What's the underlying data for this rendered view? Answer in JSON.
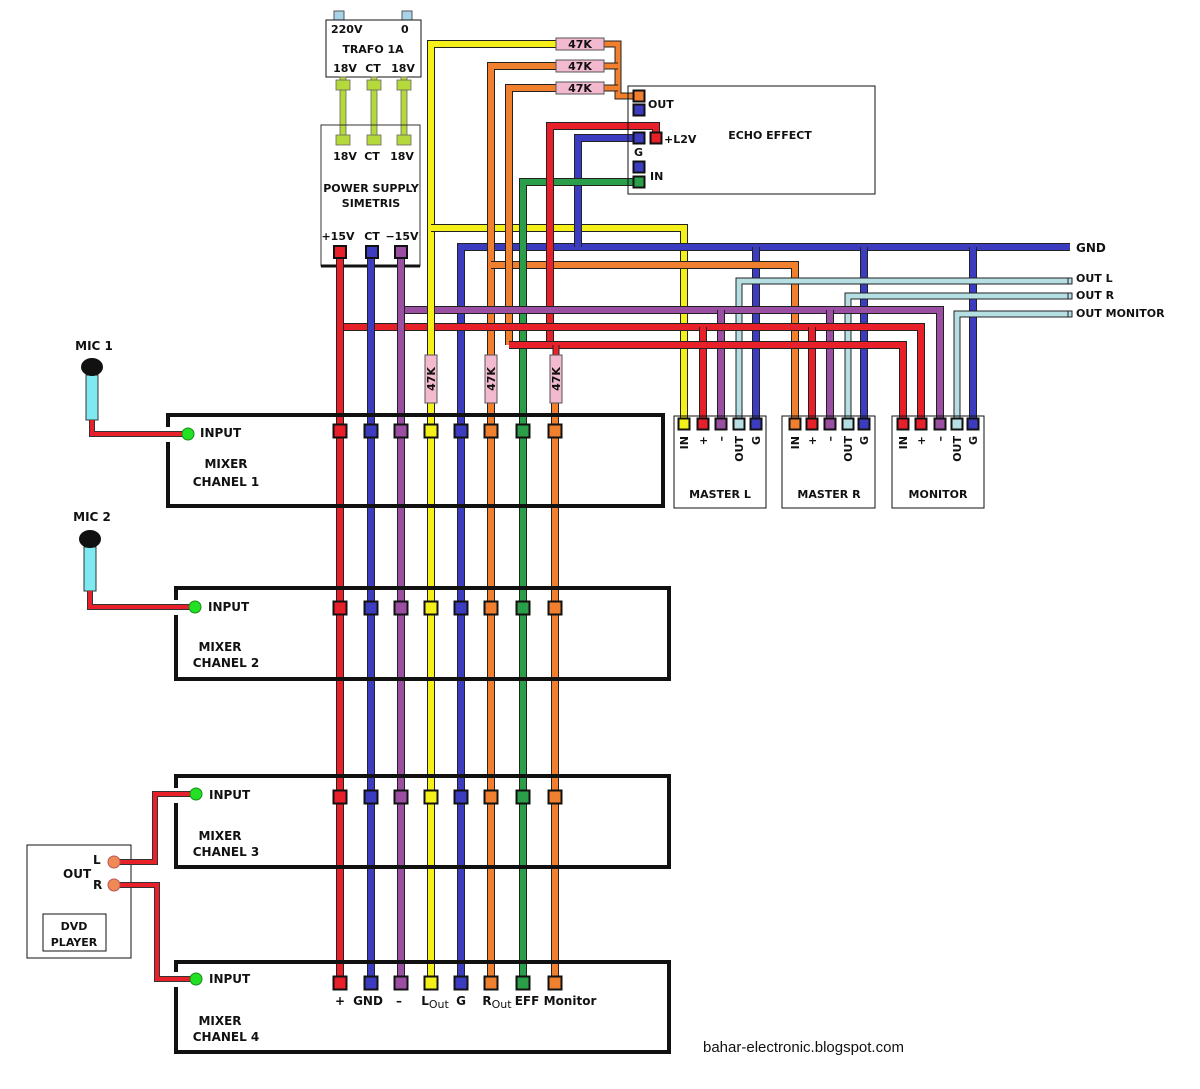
{
  "title": "Mixer wiring diagram",
  "colors": {
    "red": "#e8202a",
    "blue": "#3c3cc0",
    "purple": "#9b4fa3",
    "yellow": "#f5f01a",
    "orange": "#f07f2e",
    "green": "#2a9e48",
    "lightblue": "#b6dfe4",
    "lime": "#b5d93a",
    "pink": "#f2b9cf",
    "jack_green": "#22e022",
    "dvd_jack": "#f08a55",
    "mic_body": "#7fe8f0"
  },
  "trafo": {
    "in_left": "220V",
    "in_right": "0",
    "title": "TRAFO 1A",
    "out_labels": [
      "18V",
      "CT",
      "18V"
    ]
  },
  "power_supply": {
    "in_labels": [
      "18V",
      "CT",
      "18V"
    ],
    "title_line1": "POWER SUPPLY",
    "title_line2": "SIMETRIS",
    "out_labels": [
      "+15V",
      "CT",
      "−15V"
    ]
  },
  "resistors": {
    "value": "47K",
    "count_horizontal": 3,
    "count_vertical": 3
  },
  "echo_effect": {
    "title": "ECHO EFFECT",
    "pins": [
      "OUT",
      "+L2V",
      "G",
      "IN"
    ]
  },
  "bus_labels": {
    "gnd": "GND",
    "out_l": "OUT L",
    "out_r": "OUT R",
    "out_monitor": "OUT MONITOR"
  },
  "amps": [
    {
      "name": "MASTER L",
      "pins": [
        "IN",
        "+",
        "–",
        "OUT",
        "G"
      ]
    },
    {
      "name": "MASTER R",
      "pins": [
        "IN",
        "+",
        "–",
        "OUT",
        "G"
      ]
    },
    {
      "name": "MONITOR",
      "pins": [
        "IN",
        "+",
        "–",
        "OUT",
        "G"
      ]
    }
  ],
  "mics": [
    {
      "label": "MIC 1"
    },
    {
      "label": "MIC 2"
    }
  ],
  "channels": [
    {
      "line1": "MIXER",
      "line2": "CHANEL 1",
      "input": "INPUT"
    },
    {
      "line1": "MIXER",
      "line2": "CHANEL 2",
      "input": "INPUT"
    },
    {
      "line1": "MIXER",
      "line2": "CHANEL 3",
      "input": "INPUT"
    },
    {
      "line1": "MIXER",
      "line2": "CHANEL 4",
      "input": "INPUT"
    }
  ],
  "bus_pin_labels": [
    {
      "main": "+",
      "sub": ""
    },
    {
      "main": "GND",
      "sub": ""
    },
    {
      "main": "–",
      "sub": ""
    },
    {
      "main": "L",
      "sub": "Out"
    },
    {
      "main": "G",
      "sub": ""
    },
    {
      "main": "R",
      "sub": "Out"
    },
    {
      "main": "EFF",
      "sub": ""
    },
    {
      "main": "Monitor",
      "sub": ""
    }
  ],
  "dvd": {
    "out": "OUT",
    "l": "L",
    "r": "R",
    "line1": "DVD",
    "line2": "PLAYER"
  },
  "footer": "bahar-electronic.blogspot.com"
}
